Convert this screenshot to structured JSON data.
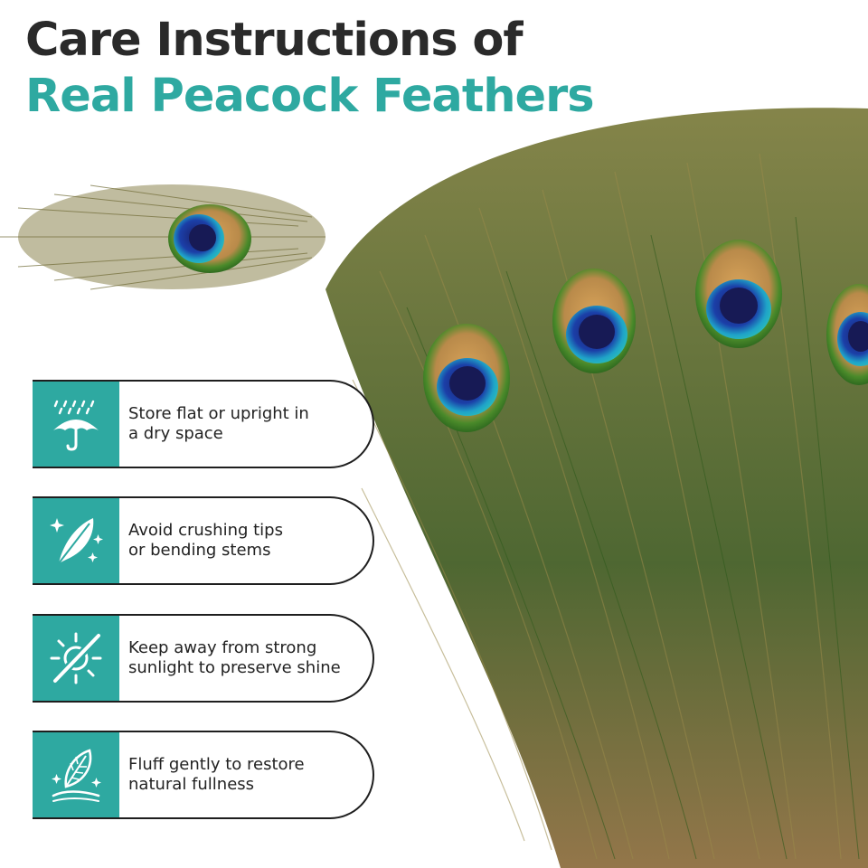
{
  "header": {
    "title_line1": "Care Instructions of",
    "title_line2": "Real Peacock Feathers"
  },
  "colors": {
    "accent": "#2ea9a1",
    "title_dark": "#2a2a2a",
    "border": "#1e1e1e"
  },
  "instructions": [
    {
      "icon": "umbrella-rain-icon",
      "line1": "Store flat or upright in",
      "line2": "a dry space"
    },
    {
      "icon": "feather-sparkle-icon",
      "line1": "Avoid crushing tips",
      "line2": "or bending stems"
    },
    {
      "icon": "no-sun-icon",
      "line1": "Keep away from strong",
      "line2": "sunlight to preserve shine"
    },
    {
      "icon": "feather-fluff-icon",
      "line1": "Fluff gently to restore",
      "line2": "natural fullness"
    }
  ]
}
